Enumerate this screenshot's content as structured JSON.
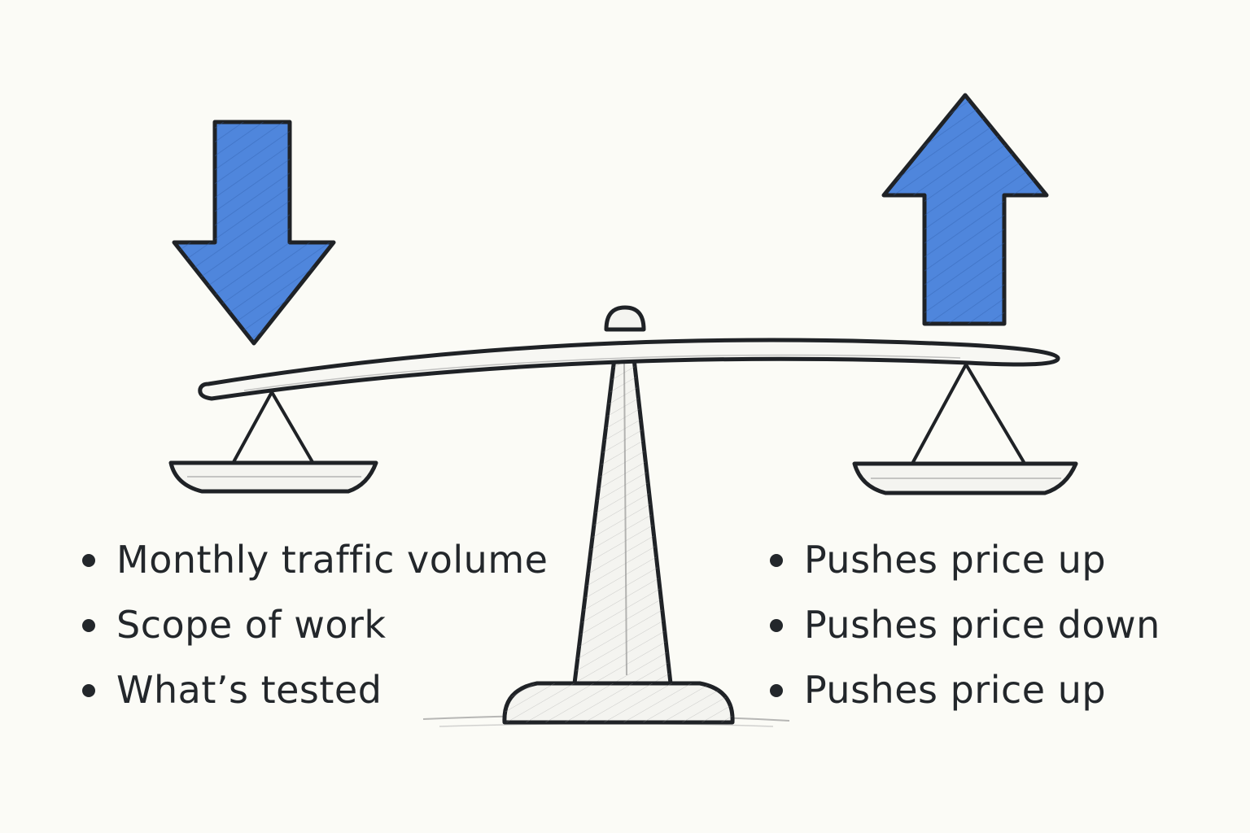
{
  "colors": {
    "background": "#fbfbf6",
    "ink": "#23272b",
    "arrow_fill": "#4f86dc"
  },
  "icons": {
    "left_arrow": "arrow-down-icon",
    "right_arrow": "arrow-up-icon",
    "balance": "balance-scale-icon"
  },
  "left_list": {
    "items": [
      "Monthly traffic volume",
      "Scope of work",
      "What’s tested"
    ]
  },
  "right_list": {
    "items": [
      "Pushes price up",
      "Pushes price down",
      "Pushes price up"
    ]
  }
}
